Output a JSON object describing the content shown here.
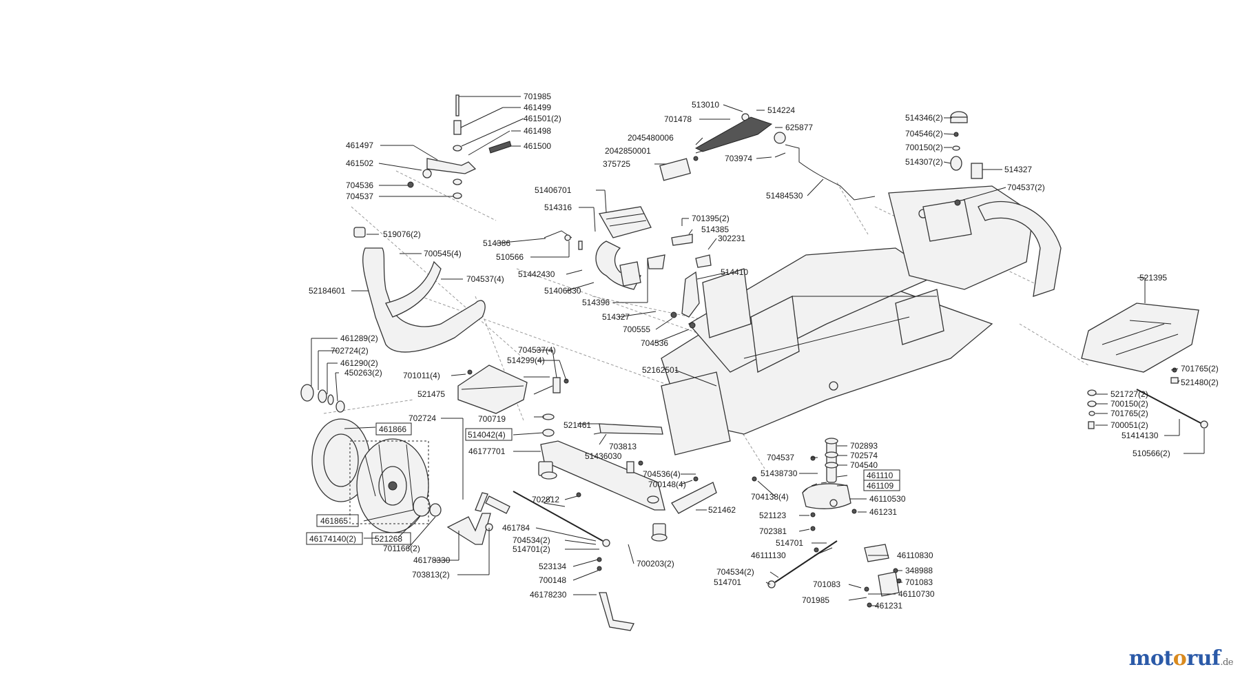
{
  "brand": {
    "part1": "mot",
    "part2": "o",
    "part3": "ruf",
    "tld": ".de"
  },
  "labels": {
    "l701985a": "701985",
    "l461499": "461499",
    "l461501": "461501(2)",
    "l461498": "461498",
    "l461500": "461500",
    "l461497": "461497",
    "l461502": "461502",
    "l704536a": "704536",
    "l704537a": "704537",
    "l519076": "519076(2)",
    "l700545": "700545(4)",
    "l704537_4a": "704537(4)",
    "l52184601": "52184601",
    "l461289": "461289(2)",
    "l702724_2": "702724(2)",
    "l461290": "461290(2)",
    "l450263": "450263(2)",
    "l461866": "461866",
    "l461865": "461865",
    "l521268": "521268",
    "l46174140": "46174140(2)",
    "l701166": "701166(2)",
    "l46178330": "46178330",
    "l703813_2": "703813(2)",
    "l702724": "702724",
    "l514042": "514042(4)",
    "l46177701": "46177701",
    "l700719": "700719",
    "l521475": "521475",
    "l701011": "701011(4)",
    "l704537_4b": "704537(4)",
    "l514299": "514299(4)",
    "l521461": "521461",
    "l703813": "703813",
    "l51436030": "51436030",
    "l702812": "702812",
    "l461784": "461784",
    "l704534_2a": "704534(2)",
    "l514701_2": "514701(2)",
    "l523134": "523134",
    "l700148": "700148",
    "l46178230": "46178230",
    "l700203": "700203(2)",
    "l704536_4": "704536(4)",
    "l700148_4": "700148(4)",
    "l521462": "521462",
    "l513010": "513010",
    "l701478": "701478",
    "l2045480006": "2045480006",
    "l2042850001": "2042850001",
    "l375725": "375725",
    "l514224": "514224",
    "l625877": "625877",
    "l703974": "703974",
    "l51484530": "51484530",
    "l51406701": "51406701",
    "l514316": "514316",
    "l514386": "514386",
    "l510566": "510566",
    "l51442430": "51442430",
    "l51406830": "51406830",
    "l514396": "514396",
    "l514327a": "514327",
    "l700555": "700555",
    "l704536b": "704536",
    "l701395": "701395(2)",
    "l514385": "514385",
    "l302231": "302231",
    "l514410": "514410",
    "l52162501": "52162501",
    "l514346": "514346(2)",
    "l704546": "704546(2)",
    "l700150a": "700150(2)",
    "l514307": "514307(2)",
    "l514327b": "514327",
    "l704537_2": "704537(2)",
    "l521395": "521395",
    "l701765a": "701765(2)",
    "l521480": "521480(2)",
    "l521727": "521727(2)",
    "l700150b": "700150(2)",
    "l701765b": "701765(2)",
    "l700051": "700051(2)",
    "l51414130": "51414130",
    "l510566_2": "510566(2)",
    "l704537b": "704537",
    "l51438730": "51438730",
    "l704138": "704138(4)",
    "l702893": "702893",
    "l702574": "702574",
    "l704540": "704540",
    "l461110": "461110",
    "l461109": "461109",
    "l46110530": "46110530",
    "l521123": "521123",
    "l461231a": "461231",
    "l702381": "702381",
    "l514701a": "514701",
    "l46111130": "46111130",
    "l704534_2b": "704534(2)",
    "l514701b": "514701",
    "l46110830": "46110830",
    "l348988": "348988",
    "l701083a": "701083",
    "l701083b": "701083",
    "l46110730": "46110730",
    "l701985b": "701985",
    "l461231b": "461231"
  }
}
